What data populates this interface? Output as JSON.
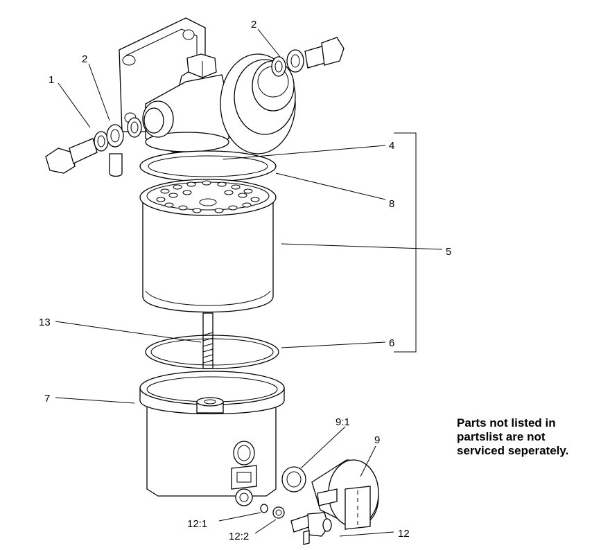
{
  "callouts": {
    "c1": "1",
    "c2a": "2",
    "c2b": "2",
    "c4": "4",
    "c8": "8",
    "c5": "5",
    "c13": "13",
    "c6": "6",
    "c7": "7",
    "c9_1": "9:1",
    "c9": "9",
    "c12_1": "12:1",
    "c12_2": "12:2",
    "c12": "12"
  },
  "note": {
    "line1": "Parts not listed in",
    "line2": "partslist are not",
    "line3": "serviced seperately."
  }
}
